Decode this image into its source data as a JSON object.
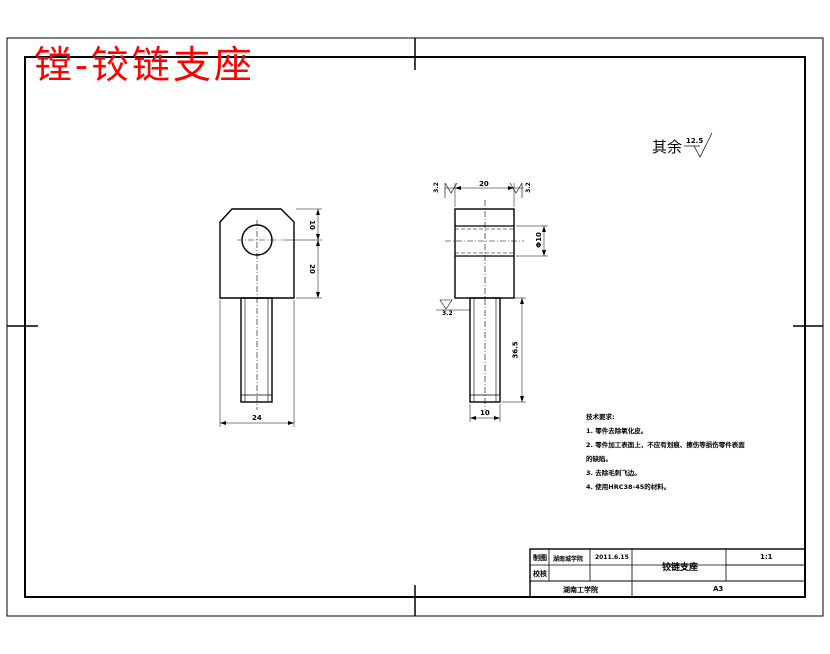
{
  "title": "镗-铰链支座",
  "surface_finish": {
    "label": "其余",
    "value": "12.5"
  },
  "front_view": {
    "dim_top_height": "10",
    "dim_body_height": "20",
    "dim_width": "24"
  },
  "side_view": {
    "dim_head_width": "20",
    "dim_bore": "Φ10",
    "dim_shaft_length": "36.5",
    "dim_shaft_width": "10",
    "rough_left": "3.2",
    "rough_right": "3.2",
    "rough_bottom": "3.2"
  },
  "technical_notes": {
    "heading": "技术要求:",
    "items": [
      "1. 零件去除氧化皮。",
      "2. 零件加工表面上，不应有划痕、擦伤等损伤零件表面",
      "的缺陷。",
      "3. 去除毛刺飞边。",
      "4. 使用HRC38-45的材料。"
    ]
  },
  "title_block": {
    "draw_label": "制图",
    "check_label": "校核",
    "drawer": "湖南城学院",
    "date": "2011.6.15",
    "part_name": "铰链支座",
    "scale": "1:1",
    "school": "湖南工学院",
    "sheet_size": "A3"
  }
}
